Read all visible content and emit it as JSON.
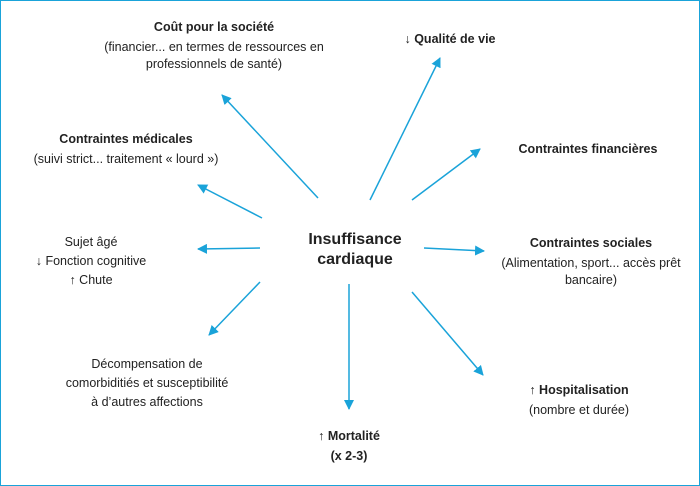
{
  "colors": {
    "accent": "#1aa3d9",
    "text": "#222222"
  },
  "center": {
    "line1": "Insuffisance",
    "line2": "cardiaque"
  },
  "nodes": {
    "cout": {
      "title": "Coût pour la société",
      "sub1": "(financier... en termes de ressources en",
      "sub2": "professionnels de santé)"
    },
    "qualite": {
      "title": "↓ Qualité de vie"
    },
    "medicales": {
      "title": "Contraintes médicales",
      "sub1": "(suivi strict... traitement « lourd »)"
    },
    "financieres": {
      "title": "Contraintes financières"
    },
    "age": {
      "line1": "Sujet âgé",
      "line2": "↓ Fonction cognitive",
      "line3": "↑ Chute"
    },
    "sociales": {
      "title": "Contraintes sociales",
      "sub1": "(Alimentation, sport... accès prêt",
      "sub2": "bancaire)"
    },
    "decomp": {
      "line1": "Décompensation de",
      "line2": "comorbiditiés et susceptibilité",
      "line3": "à d’autres affections"
    },
    "hospit": {
      "title": "↑ Hospitalisation",
      "sub1": "(nombre et durée)"
    },
    "mortalite": {
      "title": "↑ Mortalité",
      "sub1": "(x 2-3)"
    }
  }
}
